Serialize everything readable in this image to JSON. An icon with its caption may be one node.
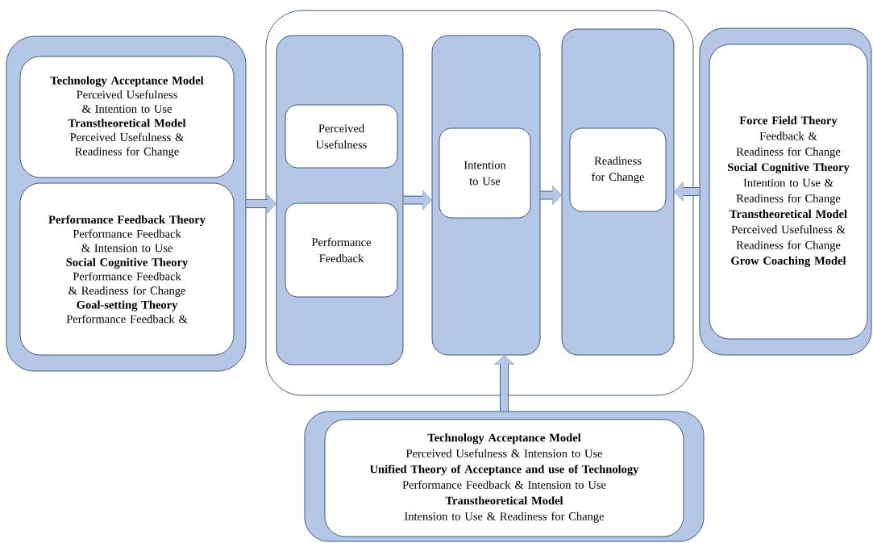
{
  "diagram": {
    "nodes": [
      {
        "text": [],
        "shape": "box"
      },
      {
        "text": [
          "Technology Acceptance Model",
          "Perceived Usefulness & Intention to Use",
          "Transtheoretical Model",
          "Perceived Usefulness & Readiness for Change"
        ],
        "in": 0
      },
      {
        "text": [
          "Performance Feedback Theory",
          "Performance Feedback & Intension to Use",
          "Social Cognitive Theory",
          "Performance Feedback & Readiness for Change",
          "Goal-setting Theory",
          "Performance Feedback &"
        ],
        "in": 0
      },
      {
        "text": [],
        "shape": "box"
      },
      {
        "text": [],
        "shape": "box",
        "in": 3
      },
      {
        "text": [
          "Perceived Usefulness"
        ],
        "in": 4
      },
      {
        "text": [
          "Performance Feedback"
        ],
        "in": 4
      },
      {
        "text": [],
        "shape": "box",
        "in": 3
      },
      {
        "text": [
          "Intention to Use"
        ],
        "in": 7
      },
      {
        "text": [],
        "shape": "box",
        "in": 3
      },
      {
        "text": [
          "Readiness for Change"
        ],
        "in": 9
      },
      {
        "text": [],
        "shape": "box"
      },
      {
        "text": [
          "Force Field Theory",
          "Feedback & Readiness for Change",
          "Social Cognitive Theory",
          "Intention to Use & Readiness for Change",
          "Transtheoretical Model",
          "Perceived Usefulness & Readiness for Change",
          "Grow Coaching Model"
        ],
        "in": 11
      },
      {
        "text": [],
        "shape": "box"
      },
      {
        "text": [
          "Technology Acceptance Model",
          "Perceived Usefulness & Intension to Use",
          "Unified Theory of Acceptance and use of Technology",
          "Performance Feedback & Intension to Use",
          "Transtheoretical Model",
          "Intension to Use & Readiness for Change"
        ],
        "in": 13
      }
    ],
    "edges": [
      {
        "from": 0,
        "to": 4,
        "arrow": "to"
      },
      {
        "from": 4,
        "to": 7,
        "arrow": "to"
      },
      {
        "from": 7,
        "to": 9,
        "arrow": "to"
      },
      {
        "from": 11,
        "to": 9,
        "arrow": "to"
      },
      {
        "from": 13,
        "to": 7,
        "arrow": "to"
      }
    ]
  }
}
